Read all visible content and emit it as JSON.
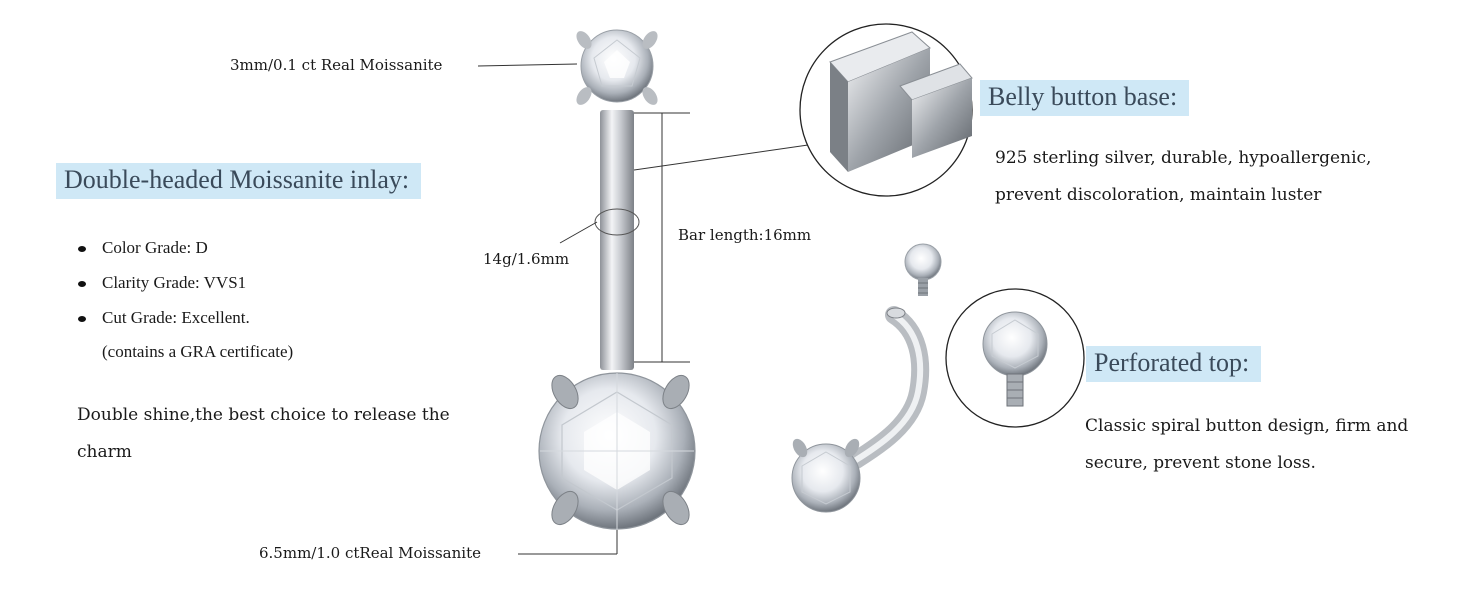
{
  "top_stone_label": "3mm/0.1 ct Real Moissanite",
  "bottom_stone_label": "6.5mm/1.0 ctReal Moissanite",
  "gauge_label": "14g/1.6mm",
  "bar_length_label": "Bar length:16mm",
  "left_section": {
    "heading": "Double-headed Moissanite inlay:",
    "bullets": [
      "Color Grade: D",
      "Clarity Grade: VVS1",
      "Cut Grade: Excellent."
    ],
    "certificate_note": "(contains a GRA certificate)",
    "paragraph_lines": [
      "Double shine,the best choice to release the",
      "charm"
    ]
  },
  "base_section": {
    "heading": "Belly button base:",
    "lines": [
      "925 sterling silver, durable, hypoallergenic,",
      "prevent discoloration, maintain luster"
    ]
  },
  "top_section": {
    "heading": "Perforated top:",
    "lines": [
      "Classic spiral button design, firm and",
      "secure, prevent stone loss."
    ]
  },
  "colors": {
    "heading_bg": "#cfe8f6",
    "heading_text": "#3a4a5a",
    "metal": "#c4c7cc"
  }
}
